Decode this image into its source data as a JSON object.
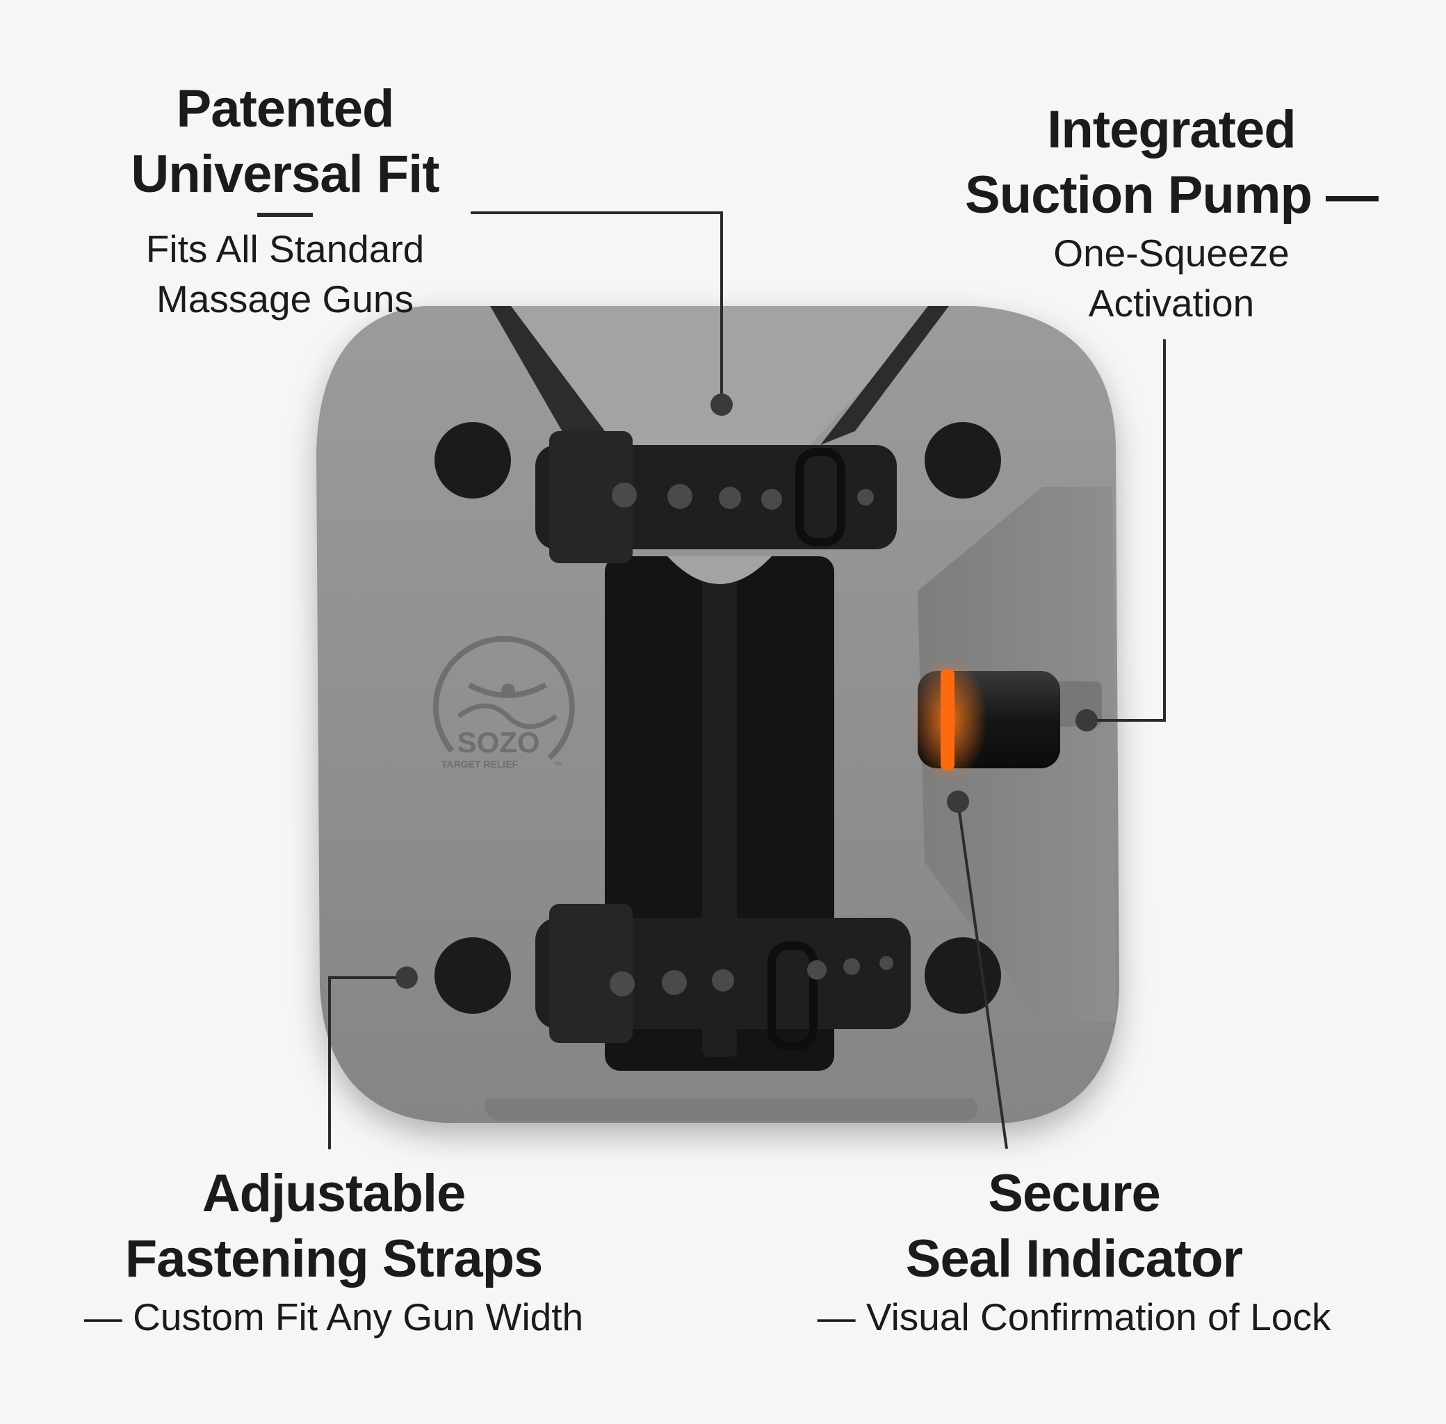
{
  "callouts": {
    "universal_fit": {
      "title_line1": "Patented",
      "title_line2": "Universal Fit",
      "sub_line1": "Fits All Standard",
      "sub_line2": "Massage Guns"
    },
    "suction_pump": {
      "title_line1": "Integrated",
      "title_line2": "Suction Pump —",
      "sub_line1": "One-Squeeze",
      "sub_line2": "Activation"
    },
    "straps": {
      "title_line1": "Adjustable",
      "title_line2": "Fastening Straps",
      "sub_line1": "— Custom Fit Any Gun Width"
    },
    "seal_indicator": {
      "title_line1": "Secure",
      "title_line2": "Seal Indicator",
      "sub_line1": "— Visual Confirmation of Lock"
    }
  },
  "logo": {
    "brand": "SOZO",
    "tagline": "TARGET RELIEF",
    "mark": "™"
  },
  "colors": {
    "background": "#f6f6f5",
    "body": "#8e8e8e",
    "strap": "#1f1f1f",
    "indicator": "#ff6a10",
    "line": "#2b2b2b"
  }
}
